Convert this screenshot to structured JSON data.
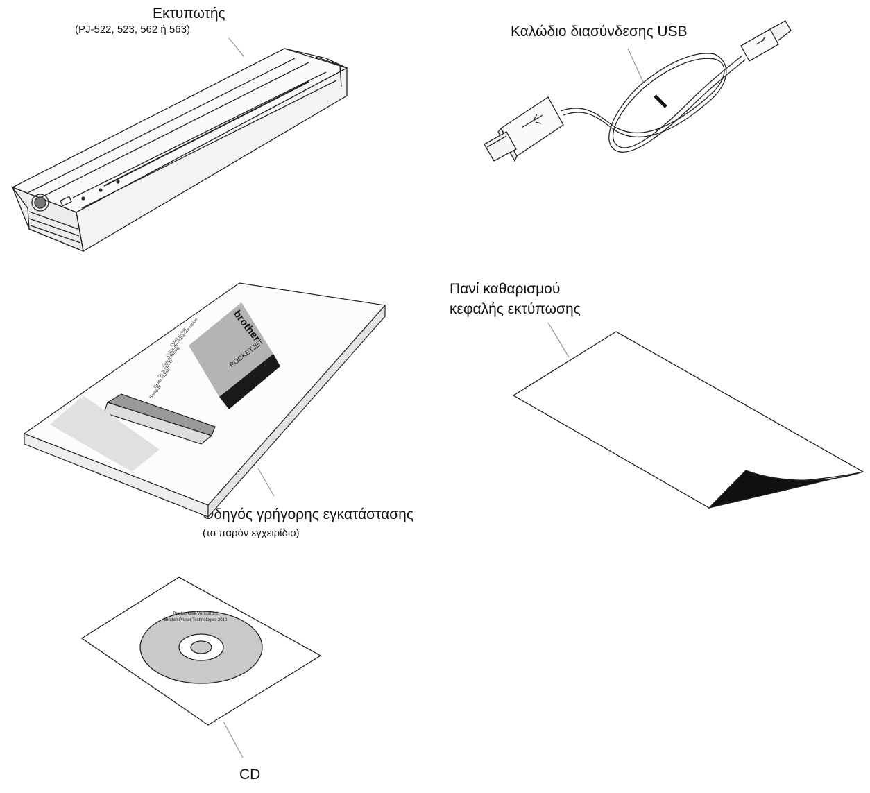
{
  "printer": {
    "title": "Εκτυπωτής",
    "models": "(PJ-522, 523, 562 ή 563)"
  },
  "usb_cable": {
    "label": "Καλώδιο διασύνδεσης USB"
  },
  "cleaning_cloth": {
    "line1": "Πανί καθαρισμού",
    "line2": "κεφαλής εκτύπωσης"
  },
  "quick_guide": {
    "title": "Οδηγός γρήγορης εγκατάστασης",
    "subtitle": "(το παρόν εγχειρίδιο)",
    "brand": "brother",
    "product": "POCKETJET",
    "cover_lines": [
      "Quick Guide",
      "Guide de référence rapide",
      "Kurzanleitung",
      "Guía rápida",
      "Guida rapida",
      "Snelgids"
    ]
  },
  "cd": {
    "label": "CD",
    "disc_line1": "Brother Disk Version 1.0",
    "disc_line2": "Brother Printer Technologies 2010"
  },
  "colors": {
    "ink": "#111111",
    "disc": "#c8c8c8",
    "grey": "#b4b4b4"
  },
  "icons": [
    "printer-illustration",
    "usb-cable-illustration",
    "cleaning-cloth-illustration",
    "quick-guide-illustration",
    "cd-illustration"
  ]
}
